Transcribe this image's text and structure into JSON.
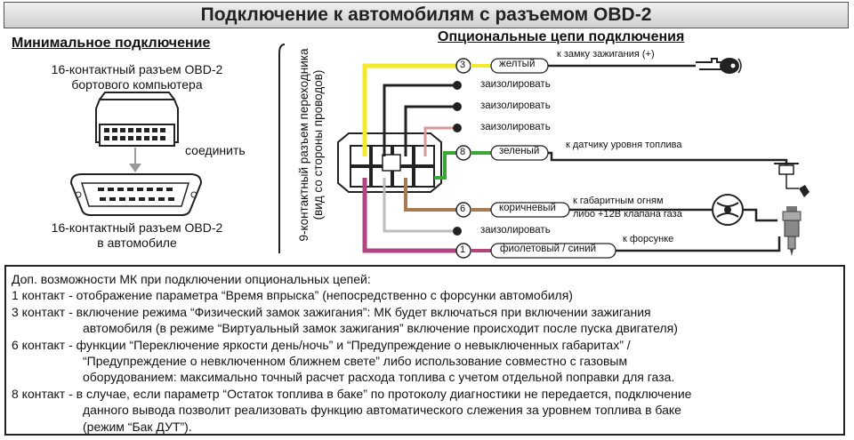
{
  "title": "Подключение к автомобилям с разъемом OBD-2",
  "left_panel": {
    "heading": "Минимальное подключение",
    "connector_top_line1": "16-контактный разъем OBD-2",
    "connector_top_line2": "бортового компьютера",
    "connect_label": "соединить",
    "connector_bottom_line1": "16-контактный разъем OBD-2",
    "connector_bottom_line2": "в автомобиле"
  },
  "adapter_label_line1": "9-контактный разъем переходника",
  "adapter_label_line2": "(вид со стороны проводов)",
  "right_panel": {
    "heading": "Опциональные цепи подключения",
    "wires": [
      {
        "pin": "3",
        "color_name": "желтый",
        "destination": "к замку зажигания (+)",
        "color": "#f2ea2a"
      },
      {
        "pin": "8",
        "color_name": "зеленый",
        "destination": "к датчику уровня топлива",
        "color": "#3aa637"
      },
      {
        "pin": "6",
        "color_name": "коричневый",
        "destination": "к габаритным огням",
        "destination2": "либо +12В клапана газа",
        "color": "#a87a52"
      },
      {
        "pin": "1",
        "color_name": "фиолетовый / синий",
        "destination": "к форсунке",
        "color": "#b0457f"
      }
    ],
    "isolate_labels": [
      "заизолировать",
      "заизолировать",
      "заизолировать",
      "заизолировать"
    ]
  },
  "info_box": {
    "lines": [
      "Доп. возможности МК при подключении опциональных цепей:",
      "1 контакт - отображение параметра “Время впрыска” (непосредственно с форсунки автомобиля)",
      "3 контакт - включение режима “Физический замок зажигания”: МК будет включаться при включении зажигания",
      "автомобиля (в режиме “Виртуальный замок зажигания” включение происходит после пуска двигателя)",
      "6 контакт - функции “Переключение яркости день/ночь” и “Предупреждение о невыключенных габаритах” /",
      "“Предупреждение о невключенном ближнем свете” либо использование совместно с газовым",
      "оборудованием: максимально точный расчет расхода топлива с учетом отдельной поправки для газа.",
      "8 контакт - в случае, если параметр “Остаток топлива в баке” по протоколу диагностики не передается, подключение",
      "данного вывода позволит реализовать функцию автоматического слежения за уровнем топлива в баке",
      "(режим “Бак ДУТ”)."
    ]
  },
  "icons": [
    "key-icon",
    "lamp-icon",
    "fuel-sensor-icon",
    "injector-icon",
    "arrow-down-icon"
  ]
}
